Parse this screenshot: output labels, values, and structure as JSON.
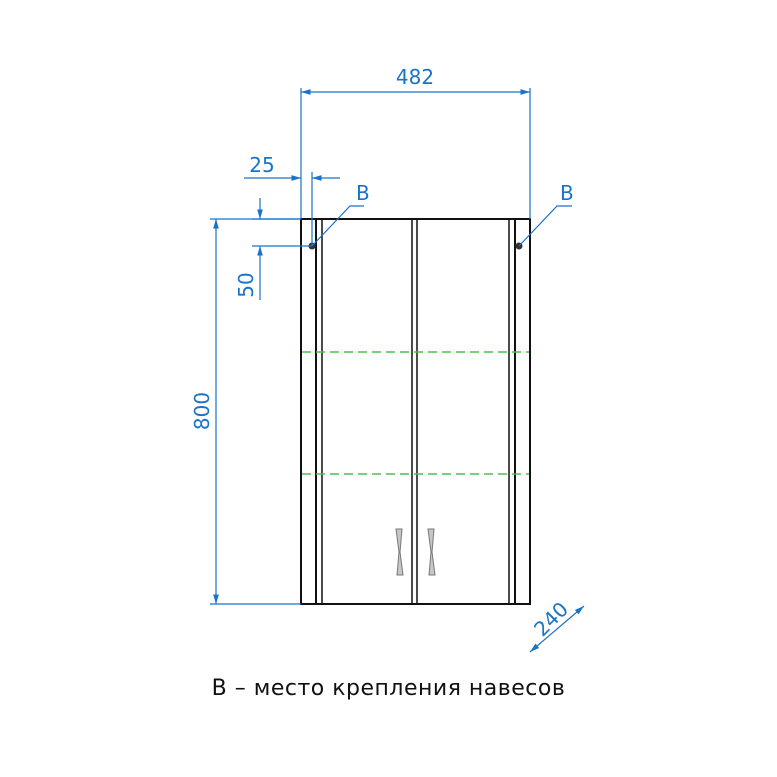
{
  "diagram": {
    "dimensions": {
      "width": "482",
      "offset_side": "25",
      "offset_top": "50",
      "height": "800",
      "depth": "240"
    },
    "mount_marker_left": "B",
    "mount_marker_right": "B",
    "caption": "В – место крепления навесов",
    "colors": {
      "dimension": "#1a73c9",
      "outline": "#111111",
      "shelf": "#4cc04c",
      "handle": "#888888"
    }
  }
}
